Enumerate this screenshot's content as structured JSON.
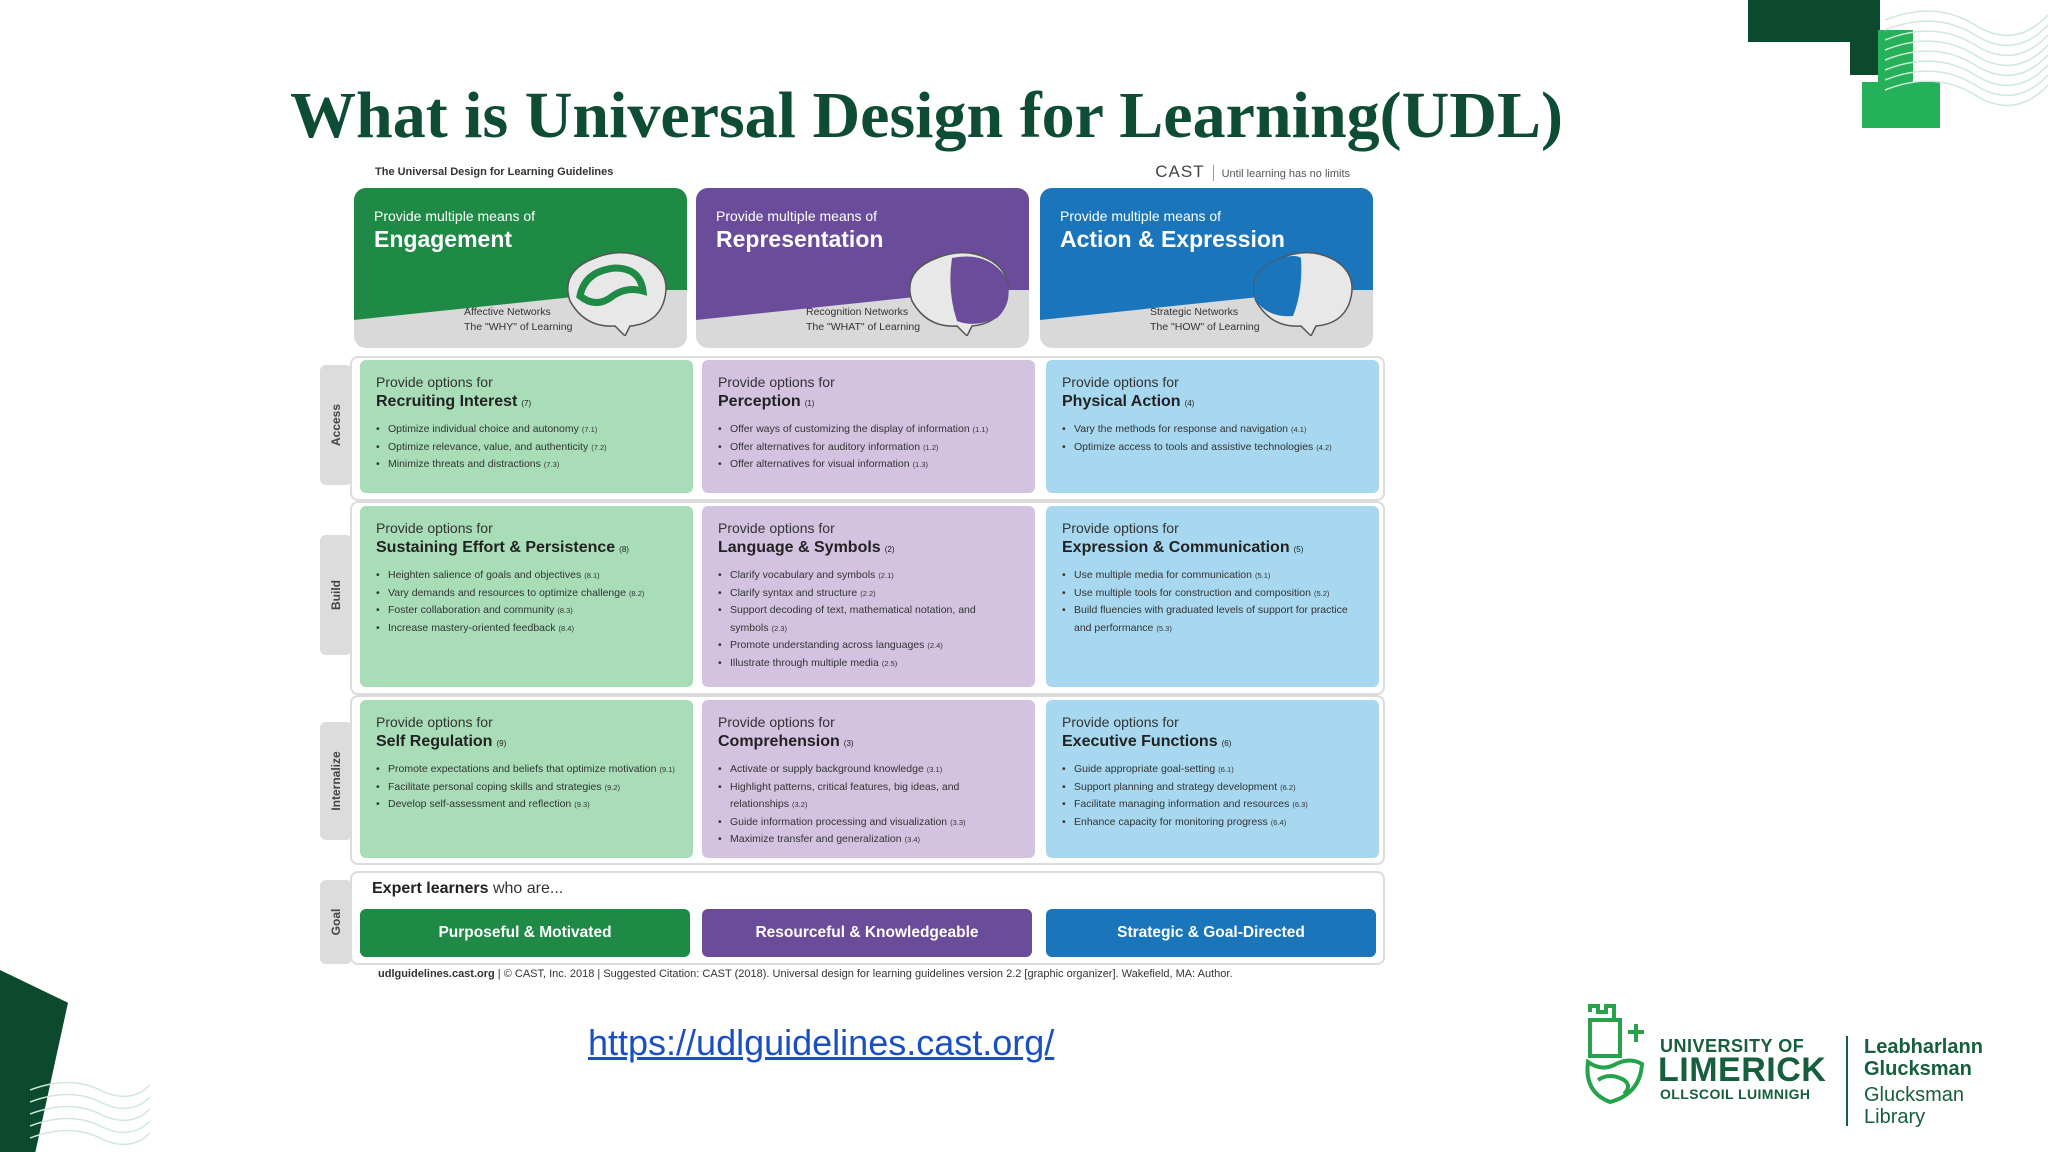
{
  "slide": {
    "title": "What is Universal Design for Learning(UDL)",
    "link": "https://udlguidelines.cast.org/"
  },
  "colors": {
    "title": "#0e4d33",
    "engagement": "#1e8a45",
    "representation": "#6b4c9a",
    "action": "#1a75bb",
    "deco_dark": "#0b4a2e",
    "deco_light": "#25b05a"
  },
  "chart": {
    "guidelines_title": "The Universal Design for Learning Guidelines",
    "cast_brand": "CAST",
    "cast_tagline": "Until learning has no limits",
    "principles": [
      {
        "pre": "Provide multiple means of",
        "name": "Engagement",
        "network": "Affective Networks",
        "why": "The \"WHY\" of Learning"
      },
      {
        "pre": "Provide multiple means of",
        "name": "Representation",
        "network": "Recognition Networks",
        "why": "The \"WHAT\" of Learning"
      },
      {
        "pre": "Provide multiple means of",
        "name": "Action & Expression",
        "network": "Strategic Networks",
        "why": "The \"HOW\" of Learning"
      }
    ],
    "rows": [
      {
        "label": "Access",
        "cells": [
          {
            "pre": "Provide options for",
            "title": "Recruiting Interest",
            "ref": "(7)",
            "items": [
              {
                "text": "Optimize individual choice and autonomy",
                "ref": "(7.1)"
              },
              {
                "text": "Optimize relevance, value, and authenticity",
                "ref": "(7.2)"
              },
              {
                "text": "Minimize threats and distractions",
                "ref": "(7.3)"
              }
            ]
          },
          {
            "pre": "Provide options for",
            "title": "Perception",
            "ref": "(1)",
            "items": [
              {
                "text": "Offer ways of customizing the display of information",
                "ref": "(1.1)"
              },
              {
                "text": "Offer alternatives for auditory information",
                "ref": "(1.2)"
              },
              {
                "text": "Offer alternatives for visual information",
                "ref": "(1.3)"
              }
            ]
          },
          {
            "pre": "Provide options for",
            "title": "Physical Action",
            "ref": "(4)",
            "items": [
              {
                "text": "Vary the methods for response and navigation",
                "ref": "(4.1)"
              },
              {
                "text": "Optimize access to tools and assistive technologies",
                "ref": "(4.2)"
              }
            ]
          }
        ]
      },
      {
        "label": "Build",
        "cells": [
          {
            "pre": "Provide options for",
            "title": "Sustaining Effort & Persistence",
            "ref": "(8)",
            "items": [
              {
                "text": "Heighten salience of goals and objectives",
                "ref": "(8.1)"
              },
              {
                "text": "Vary demands and resources to optimize challenge",
                "ref": "(8.2)"
              },
              {
                "text": "Foster collaboration and community",
                "ref": "(8.3)"
              },
              {
                "text": "Increase mastery-oriented feedback",
                "ref": "(8.4)"
              }
            ]
          },
          {
            "pre": "Provide options for",
            "title": "Language & Symbols",
            "ref": "(2)",
            "items": [
              {
                "text": "Clarify vocabulary and symbols",
                "ref": "(2.1)"
              },
              {
                "text": "Clarify syntax and structure",
                "ref": "(2.2)"
              },
              {
                "text": "Support decoding of text, mathematical notation, and symbols",
                "ref": "(2.3)"
              },
              {
                "text": "Promote understanding across languages",
                "ref": "(2.4)"
              },
              {
                "text": "Illustrate through multiple media",
                "ref": "(2.5)"
              }
            ]
          },
          {
            "pre": "Provide options for",
            "title": "Expression & Communication",
            "ref": "(5)",
            "items": [
              {
                "text": "Use multiple media for communication",
                "ref": "(5.1)"
              },
              {
                "text": "Use multiple tools for construction and composition",
                "ref": "(5.2)"
              },
              {
                "text": "Build fluencies with graduated levels of support for practice and performance",
                "ref": "(5.3)"
              }
            ]
          }
        ]
      },
      {
        "label": "Internalize",
        "cells": [
          {
            "pre": "Provide options for",
            "title": "Self Regulation",
            "ref": "(9)",
            "items": [
              {
                "text": "Promote expectations and beliefs that optimize motivation",
                "ref": "(9.1)"
              },
              {
                "text": "Facilitate personal coping skills and strategies",
                "ref": "(9.2)"
              },
              {
                "text": "Develop self-assessment and reflection",
                "ref": "(9.3)"
              }
            ]
          },
          {
            "pre": "Provide options for",
            "title": "Comprehension",
            "ref": "(3)",
            "items": [
              {
                "text": "Activate or supply background knowledge",
                "ref": "(3.1)"
              },
              {
                "text": "Highlight patterns, critical features, big ideas, and relationships",
                "ref": "(3.2)"
              },
              {
                "text": "Guide information processing and visualization",
                "ref": "(3.3)"
              },
              {
                "text": "Maximize transfer and generalization",
                "ref": "(3.4)"
              }
            ]
          },
          {
            "pre": "Provide options for",
            "title": "Executive Functions",
            "ref": "(6)",
            "items": [
              {
                "text": "Guide appropriate goal-setting",
                "ref": "(6.1)"
              },
              {
                "text": "Support planning and strategy development",
                "ref": "(6.2)"
              },
              {
                "text": "Facilitate managing information and resources",
                "ref": "(6.3)"
              },
              {
                "text": "Enhance capacity for monitoring progress",
                "ref": "(6.4)"
              }
            ]
          }
        ]
      }
    ],
    "goal": {
      "label": "Goal",
      "lead_bold": "Expert learners",
      "lead_rest": " who are...",
      "outcomes": [
        "Purposeful & Motivated",
        "Resourceful & Knowledgeable",
        "Strategic & Goal-Directed"
      ]
    },
    "footer": {
      "site": "udlguidelines.cast.org",
      "rest": " | © CAST, Inc. 2018  |  Suggested Citation: CAST (2018). Universal design for learning guidelines version 2.2 [graphic organizer]. Wakefield, MA: Author."
    }
  },
  "logo": {
    "line1": "UNIVERSITY OF",
    "line2": "LIMERICK",
    "line3": "OLLSCOIL LUIMNIGH",
    "right_bold_1": "Leabharlann",
    "right_bold_2": "Glucksman",
    "right_1": "Glucksman",
    "right_2": "Library"
  }
}
